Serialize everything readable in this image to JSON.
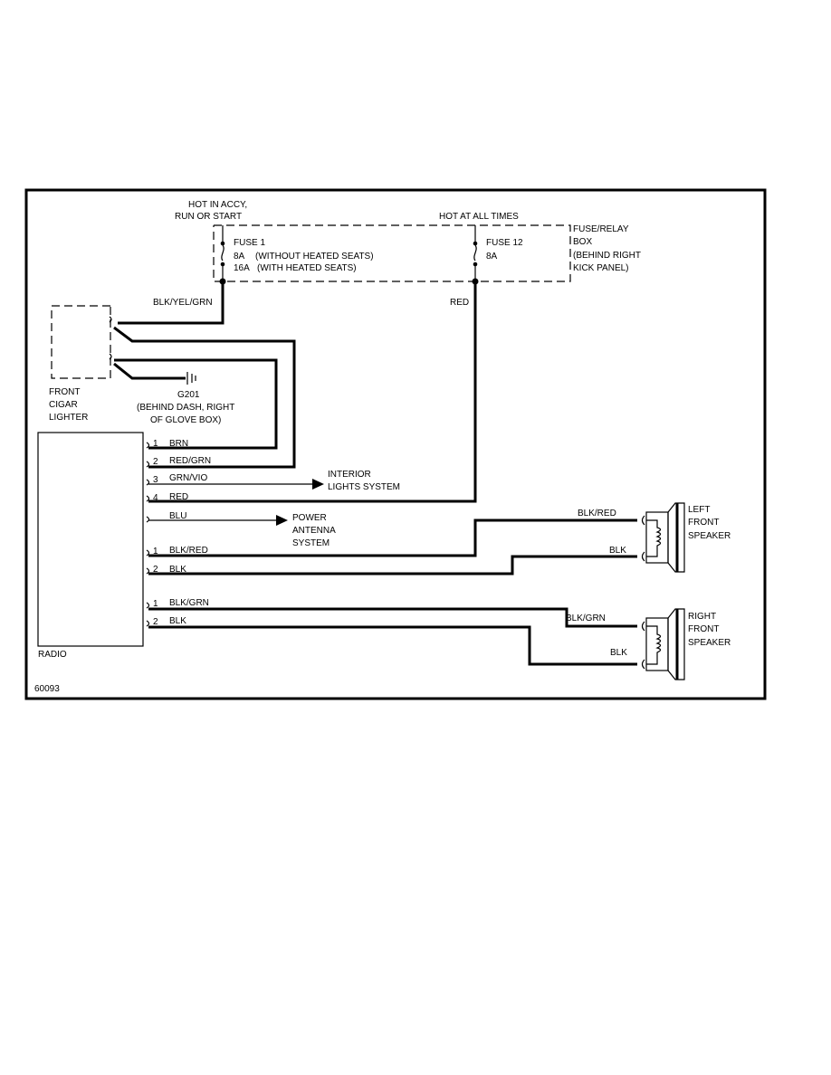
{
  "fuse_box": {
    "hot_accy_line1": "HOT IN ACCY,",
    "hot_accy_line2": "RUN OR START",
    "hot_all_times": "HOT AT ALL TIMES",
    "label_line1": "FUSE/RELAY",
    "label_line2": "BOX",
    "label_line3": "(BEHIND RIGHT",
    "label_line4": "KICK PANEL)",
    "fuse1_name": "FUSE 1",
    "fuse1_rating_a": "8A",
    "fuse1_note_a": "(WITHOUT HEATED SEATS)",
    "fuse1_rating_b": "16A",
    "fuse1_note_b": "(WITH HEATED SEATS)",
    "fuse12_name": "FUSE 12",
    "fuse12_rating": "8A"
  },
  "wires": {
    "fuse1_out": "BLK/YEL/GRN",
    "fuse12_out": "RED"
  },
  "cigar_lighter": {
    "line1": "FRONT",
    "line2": "CIGAR",
    "line3": "LIGHTER"
  },
  "ground": {
    "name": "G201",
    "location_line1": "(BEHIND DASH, RIGHT",
    "location_line2": "OF GLOVE BOX)"
  },
  "radio": {
    "label": "RADIO",
    "pins": [
      {
        "num": "1",
        "color": "BRN"
      },
      {
        "num": "2",
        "color": "RED/GRN"
      },
      {
        "num": "3",
        "color": "GRN/VIO"
      },
      {
        "num": "4",
        "color": "RED"
      },
      {
        "num": "",
        "color": "BLU"
      },
      {
        "num": "1",
        "color": "BLK/RED"
      },
      {
        "num": "2",
        "color": "BLK"
      },
      {
        "num": "1",
        "color": "BLK/GRN"
      },
      {
        "num": "2",
        "color": "BLK"
      }
    ]
  },
  "interior_lights": {
    "line1": "INTERIOR",
    "line2": "LIGHTS SYSTEM"
  },
  "power_antenna": {
    "line1": "POWER",
    "line2": "ANTENNA",
    "line3": "SYSTEM"
  },
  "left_speaker": {
    "line1": "LEFT",
    "line2": "FRONT",
    "line3": "SPEAKER",
    "wire1": "BLK/RED",
    "wire2": "BLK"
  },
  "right_speaker": {
    "line1": "RIGHT",
    "line2": "FRONT",
    "line3": "SPEAKER",
    "wire1": "BLK/GRN",
    "wire2": "BLK"
  },
  "figure_id": "60093"
}
